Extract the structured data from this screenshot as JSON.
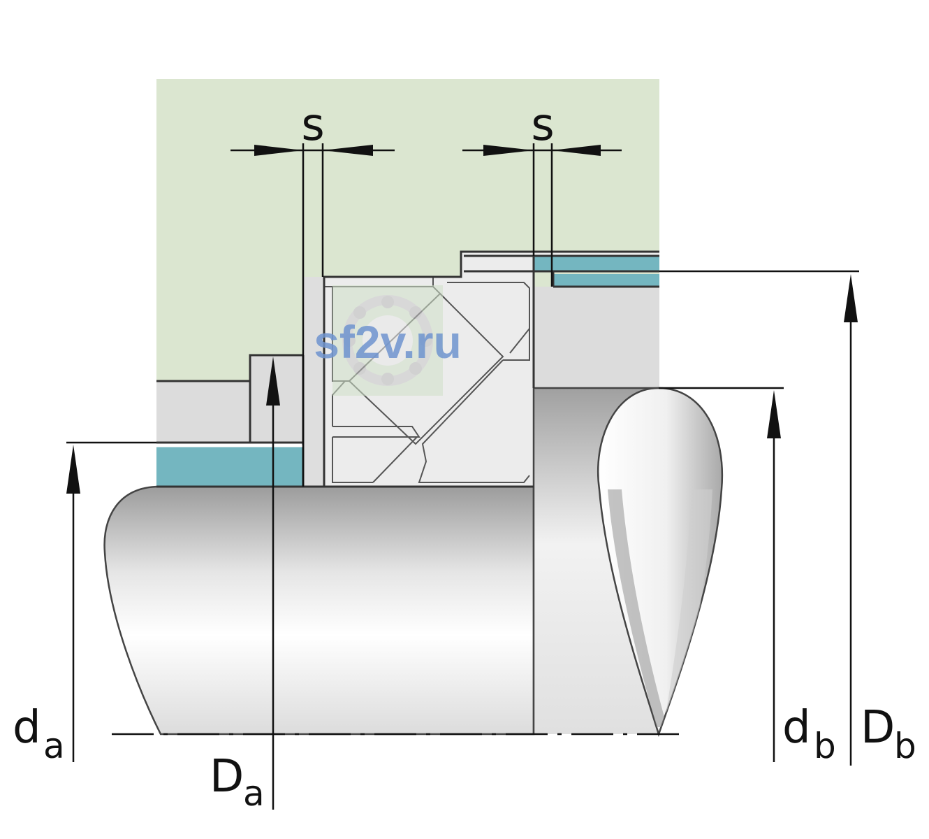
{
  "labels": {
    "s_left": "s",
    "s_right": "s",
    "d_a": {
      "main": "d",
      "sub": "a"
    },
    "D_a": {
      "main": "D",
      "sub": "a"
    },
    "d_b": {
      "main": "d",
      "sub": "b"
    },
    "D_b": {
      "main": "D",
      "sub": "b"
    }
  },
  "watermark": "sf2v.ru",
  "colors": {
    "housing": "#dbe6d0",
    "spacer": "#dcdcdc",
    "sleeve": "#74b6c0",
    "bearing": "#ececec",
    "line": "#222222"
  }
}
